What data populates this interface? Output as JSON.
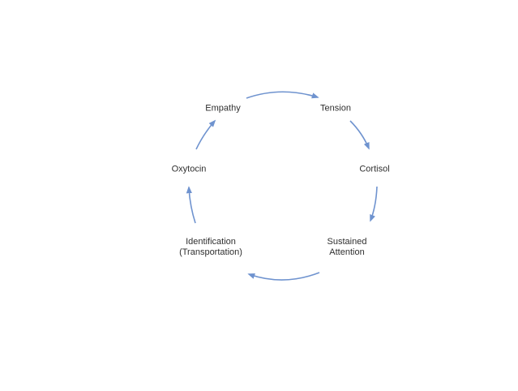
{
  "diagram": {
    "type": "cycle",
    "arrow_color": "#6f93cf",
    "text_color": "#2f2f2f",
    "nodes": [
      {
        "id": "empathy",
        "lines": [
          "Empathy"
        ]
      },
      {
        "id": "tension",
        "lines": [
          "Tension"
        ]
      },
      {
        "id": "cortisol",
        "lines": [
          "Cortisol"
        ]
      },
      {
        "id": "sustained-attention",
        "lines": [
          "Sustained",
          "Attention"
        ]
      },
      {
        "id": "identification",
        "lines": [
          "Identification",
          "(Transportation)"
        ]
      },
      {
        "id": "oxytocin",
        "lines": [
          "Oxytocin"
        ]
      }
    ]
  }
}
